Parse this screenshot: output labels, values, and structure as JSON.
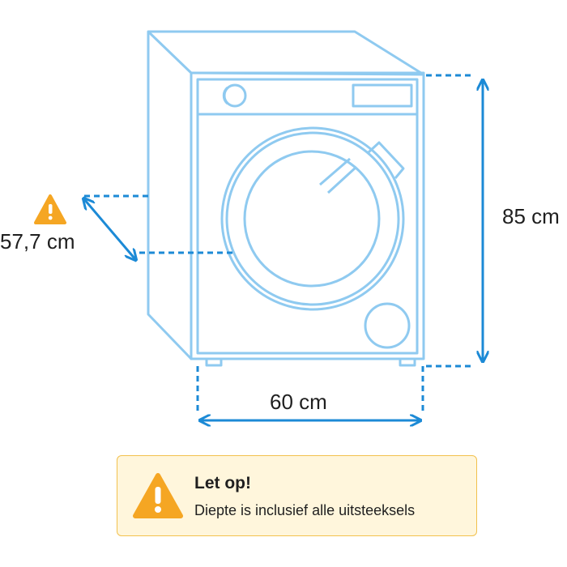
{
  "dimensions": {
    "height": "85 cm",
    "width": "60 cm",
    "depth": "57,7 cm"
  },
  "notice": {
    "title": "Let op!",
    "text": "Diepte is inclusief alle uitsteeksels"
  },
  "icons": {
    "appliance": "washing-machine-icon",
    "warning": "warning-triangle-icon"
  },
  "colors": {
    "outline": "#8fcaf0",
    "dimension": "#1c8ad6",
    "warning": "#f5a623",
    "notice_bg": "#fff6dc",
    "notice_border": "#f2c14e"
  }
}
